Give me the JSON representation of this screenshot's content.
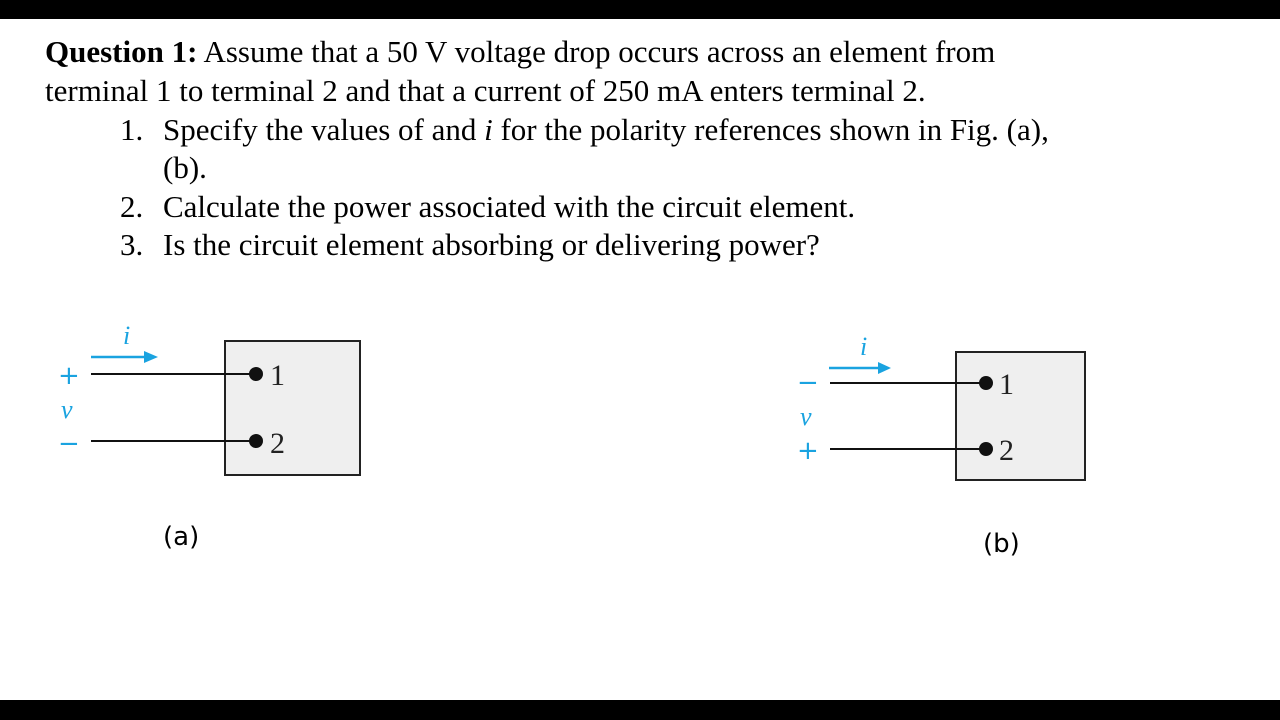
{
  "question": {
    "label": "Question 1:",
    "line1_rest": " Assume that a 50 V voltage drop occurs across an element from",
    "line2": "terminal 1 to terminal 2 and that a current of 250 mA enters terminal 2."
  },
  "tasks": [
    {
      "number": "1.",
      "text_before": "Specify the values of and ",
      "italic_var": "i",
      "text_after": " for the polarity references shown in Fig. (a),",
      "continuation": "(b)."
    },
    {
      "number": "2.",
      "text": "Calculate the power associated with the circuit element."
    },
    {
      "number": "3.",
      "text": "Is the circuit element absorbing or delivering power?"
    }
  ],
  "figures": {
    "a": {
      "caption": "(a)",
      "current_label": "i",
      "voltage_label": "v",
      "top_sign": "+",
      "bottom_sign": "−",
      "terminal_top": "1",
      "terminal_bottom": "2"
    },
    "b": {
      "caption": "(b)",
      "current_label": "i",
      "voltage_label": "v",
      "top_sign": "−",
      "bottom_sign": "+",
      "terminal_top": "1",
      "terminal_bottom": "2"
    }
  },
  "colors": {
    "annotation_blue": "#1aa3e0",
    "element_fill": "#efefef",
    "bar": "#000000"
  }
}
